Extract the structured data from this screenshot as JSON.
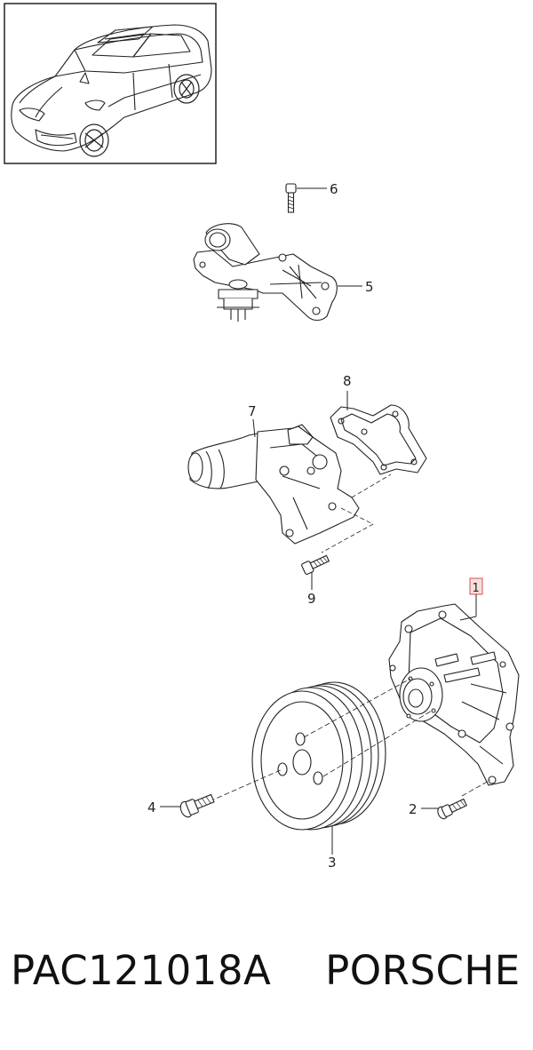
{
  "callouts": {
    "c1": "1",
    "c2": "2",
    "c3": "3",
    "c4": "4",
    "c5": "5",
    "c6": "6",
    "c7": "7",
    "c8": "8",
    "c9": "9"
  },
  "footer": {
    "part_number": "PAC121018A",
    "brand": "PORSCHE"
  },
  "colors": {
    "line": "#222222",
    "highlight": "#d9534f",
    "highlight_fill": "#f6dede"
  }
}
